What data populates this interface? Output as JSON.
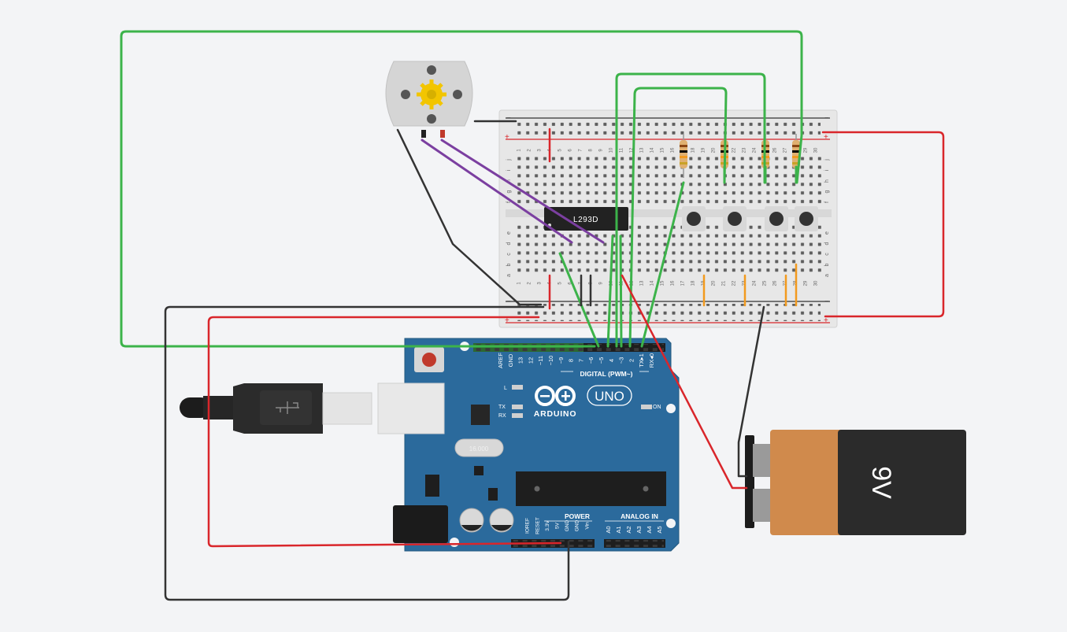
{
  "colors": {
    "background": "#f3f4f6",
    "wire_green": "#3cb34a",
    "wire_red": "#d9262b",
    "wire_black": "#333333",
    "wire_purple": "#7b3fa0",
    "wire_orange": "#f29a1f",
    "arduino_blue": "#2b6a9c",
    "breadboard": "#e6e6e6"
  },
  "motor": {
    "name": "dc-motor"
  },
  "driver": {
    "label": "L293D"
  },
  "breadboard": {
    "rail_minus": "−",
    "rail_plus": "+",
    "row_letters_top": [
      "j",
      "i",
      "h",
      "g",
      "f"
    ],
    "row_letters_bottom": [
      "e",
      "d",
      "c",
      "b",
      "a"
    ],
    "col_numbers": [
      "1",
      "2",
      "3",
      "4",
      "5",
      "6",
      "7",
      "8",
      "9",
      "10",
      "11",
      "12",
      "13",
      "14",
      "15",
      "16",
      "17",
      "18",
      "19",
      "20",
      "21",
      "22",
      "23",
      "24",
      "25",
      "26",
      "27",
      "28",
      "29",
      "30"
    ]
  },
  "arduino": {
    "brand": "ARDUINO",
    "model": "UNO",
    "digital_label": "DIGITAL (PWM~)",
    "digital_pins": [
      "AREF",
      "GND",
      "13",
      "12",
      "~11",
      "~10",
      "~9",
      "8",
      "7",
      "~6",
      "~5",
      "4",
      "~3",
      "2",
      "TX▸1",
      "RX◂0"
    ],
    "led_l": "L",
    "led_tx": "TX",
    "led_rx": "RX",
    "on_label": "ON",
    "power_label": "POWER",
    "power_pins": [
      "IOREF",
      "RESET",
      "3.3V",
      "5V",
      "GND",
      "GND",
      "Vin"
    ],
    "analog_label": "ANALOG IN",
    "analog_pins": [
      "A0",
      "A1",
      "A2",
      "A3",
      "A4",
      "A5"
    ]
  },
  "battery": {
    "label": "9V"
  }
}
